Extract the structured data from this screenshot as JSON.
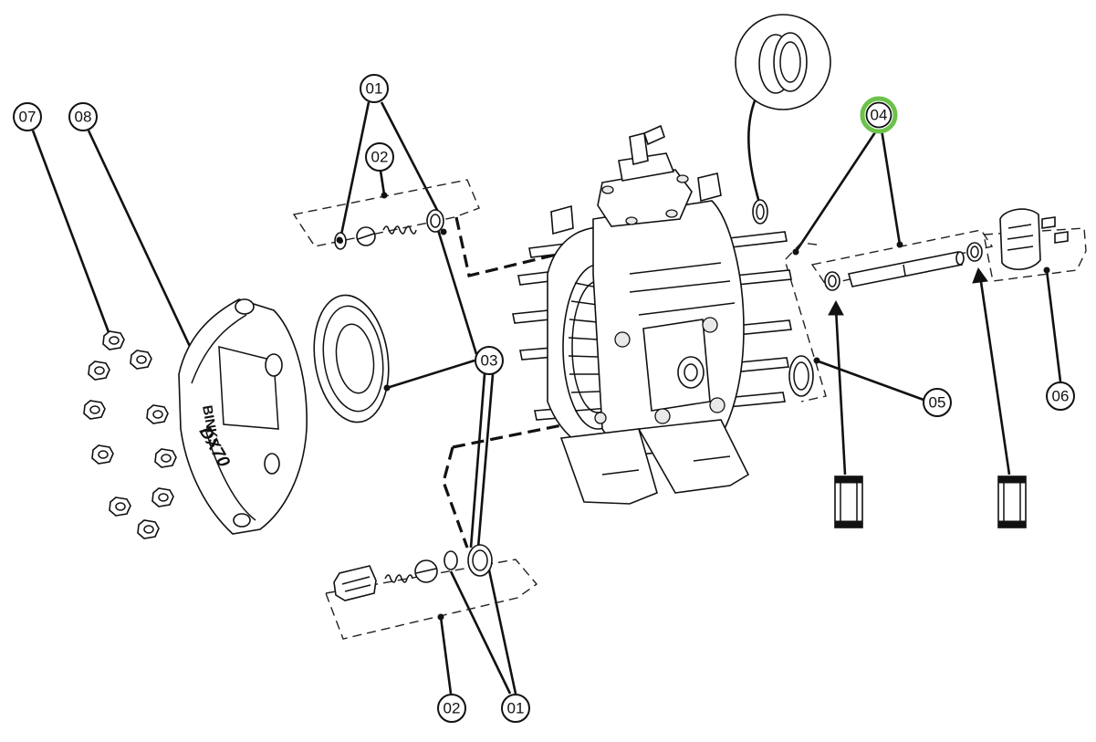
{
  "callouts": [
    {
      "id": "c01a",
      "label": "01"
    },
    {
      "id": "c02a",
      "label": "02"
    },
    {
      "id": "c03",
      "label": "03"
    },
    {
      "id": "c04",
      "label": "04",
      "highlight": true
    },
    {
      "id": "c05",
      "label": "05"
    },
    {
      "id": "c06",
      "label": "06"
    },
    {
      "id": "c07",
      "label": "07"
    },
    {
      "id": "c08",
      "label": "08"
    },
    {
      "id": "c02b",
      "label": "02"
    },
    {
      "id": "c01b",
      "label": "01"
    }
  ],
  "cover_branding": {
    "brand": "BINKS",
    "model": "DX70"
  },
  "colors": {
    "line": "#111111",
    "highlight": "#6cc24a",
    "background": "#ffffff"
  }
}
